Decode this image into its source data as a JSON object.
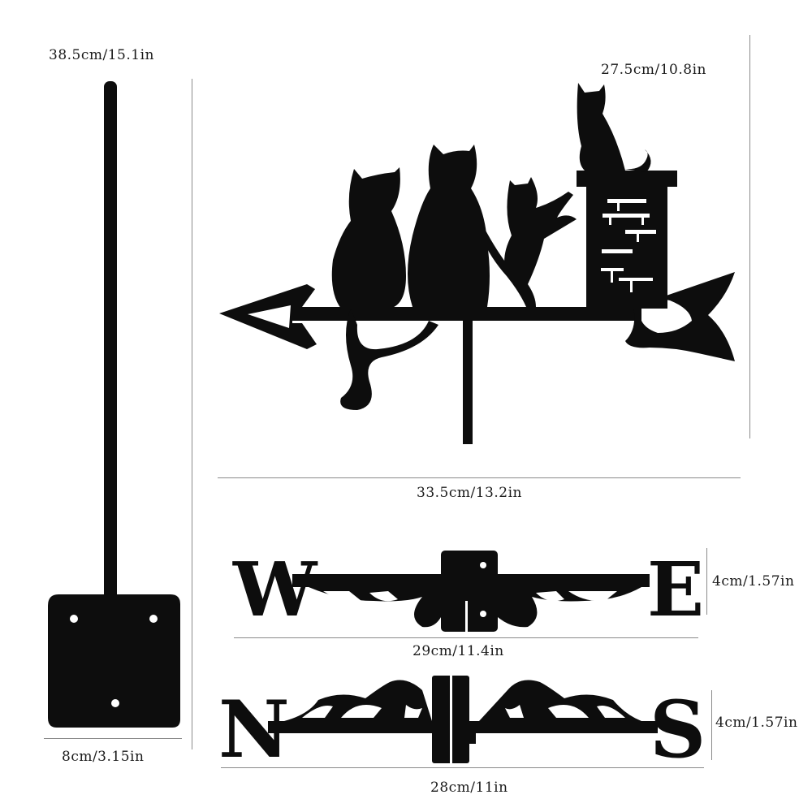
{
  "product": {
    "name": "Cat weathervane with directional letters",
    "color": "#0d0d0d",
    "parts": {
      "pole": {
        "label": "pole"
      },
      "base_plate": {
        "label": "mounting plate",
        "holes": 3
      },
      "cat_ornament": {
        "label": "cats on roof with arrow",
        "cats": 4
      },
      "we_directional": {
        "letters": [
          "W",
          "E"
        ]
      },
      "ns_directional": {
        "letters": [
          "N",
          "S"
        ]
      }
    }
  },
  "dimensions": {
    "pole_height": "38.5cm/15.1in",
    "ornament_height": "27.5cm/10.8in",
    "ornament_width": "33.5cm/13.2in",
    "we_height": "4cm/1.57in",
    "we_width": "29cm/11.4in",
    "ns_height": "4cm/1.57in",
    "ns_width": "28cm/11in",
    "base_width": "8cm/3.15in"
  }
}
